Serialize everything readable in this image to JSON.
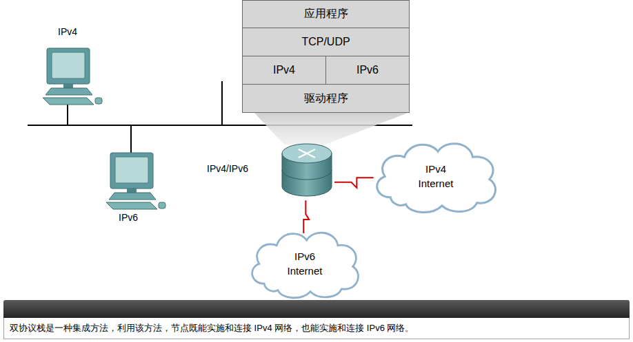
{
  "diagram": {
    "caption": "双协议栈是一种集成方法，利用该方法，节点既能实施和连接 IPv4 网络，也能实施和连接 IPv6 网络。",
    "nodes": [
      {
        "text": [
          "应用程序"
        ]
      },
      {
        "text": [
          "TCP/UDP"
        ]
      },
      {
        "text": [
          "IPv4"
        ]
      },
      {
        "text": [
          "IPv6"
        ]
      },
      {
        "text": [
          "驱动程序"
        ]
      },
      {
        "text": [
          "IPv4/IPv6"
        ]
      },
      {
        "text": [
          "IPv4 Internet"
        ]
      },
      {
        "text": [
          "IPv6 Internet"
        ]
      }
    ],
    "edges": [
      {
        "from": 5,
        "to": 6,
        "arrow": "none"
      },
      {
        "from": 5,
        "to": 7,
        "arrow": "none"
      }
    ],
    "labels": [
      "IPv4",
      "IPv6"
    ]
  }
}
